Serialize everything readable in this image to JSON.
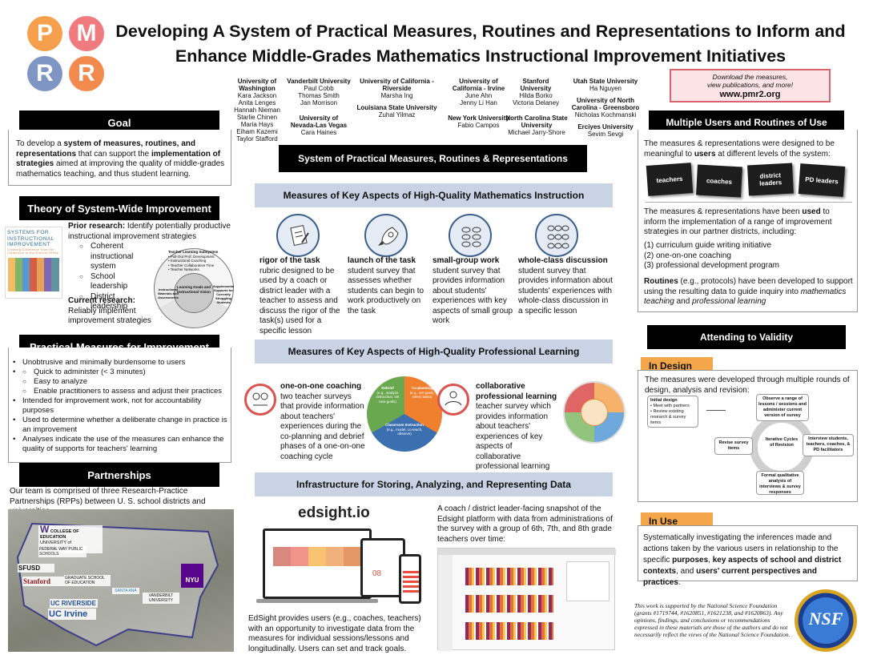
{
  "logo": {
    "letters": [
      "P",
      "M",
      "R",
      "R"
    ],
    "colors": [
      "#f6a04d",
      "#ef7b7f",
      "#7f96c4",
      "#f18a4c"
    ]
  },
  "title": {
    "line1": "Developing A System of Practical Measures, Routines and Representations to Inform and",
    "line2": "Enhance Middle-Grades Mathematics Instructional Improvement Initiatives"
  },
  "universities": [
    {
      "name": "University of Washington",
      "people": "Kara Jackson\nAnita Lenges\nHannah Nieman\nStarlie Chinen\nMaria Hays\nEiham Kazemi\nTaylor Stafford"
    },
    {
      "name": "Vanderbilt University",
      "people": "Paul Cobb\nThomas Smith\nJan Morrison"
    },
    {
      "name": "University of Nevada-Las Vegas",
      "people": "Cara Haines"
    },
    {
      "name": "University of California - Riverside",
      "people": "Marsha Ing"
    },
    {
      "name": "Louisiana State University",
      "people": "Zuhal Yilmaz"
    },
    {
      "name": "University of California - Irvine",
      "people": "June Ahn\nJenny Li Han"
    },
    {
      "name": "New York University",
      "people": "Fabio Campos"
    },
    {
      "name": "Stanford University",
      "people": "Hilda Borko\nVictoria Delaney"
    },
    {
      "name": "North Carolina State University",
      "people": "Michael Jarry-Shore"
    },
    {
      "name": "Utah State University",
      "people": "Ha Nguyen"
    },
    {
      "name": "University of North Carolina - Greensboro",
      "people": "Nicholas Kochmanski"
    },
    {
      "name": "Erciyes University",
      "people": "Sevim Sevgi"
    }
  ],
  "download": {
    "line1": "Download the measures,",
    "line2": "view publications, and more!",
    "url": "www.pmr2.org"
  },
  "goal": {
    "heading": "Goal",
    "t1": "To develop a ",
    "b1": "system of measures, routines, and representations",
    "t2": " that can support the ",
    "b2": "implementation of strategies",
    "t3": " aimed at improving the quality of middle-grades mathematics teaching, and thus student learning."
  },
  "theory": {
    "heading": "Theory of System-Wide Improvement",
    "book": {
      "line1": "SYSTEMS FOR",
      "line2": "INSTRUCTIONAL",
      "line3": "IMPROVEMENT",
      "sub": "Creating Coherence from the Classroom to the District Office"
    },
    "prior_label": "Prior research:",
    "prior_text": " Identify potentially productive instructional improvement strategies",
    "items": [
      "Coherent instructional system",
      "School leadership",
      "District leadership"
    ],
    "current_label": "Current research:",
    "current_text": "Reliably implement improvement strategies",
    "pie": {
      "top": "Teacher Learning Subsystem",
      "top_items": "• Pull-Out Prof. Development\n• Instructional Coaching\n• Teacher Collaborative Time\n• Teacher Networks",
      "center": "Learning Goals and Instructional Vision",
      "left": "Instructional Materials and Assessments",
      "right": "Supplemental Supports for Currently Struggling Students"
    }
  },
  "practical": {
    "heading": "Practical Measures for Improvement",
    "b1": "Unobtrusive and minimally burdensome to users",
    "subs": [
      "Quick to administer (< 3 minutes)",
      "Easy to analyze",
      "Enable practitioners to assess and adjust their practices"
    ],
    "b2": "Intended for improvement work, not for accountability purposes",
    "b3": "Used to determine whether a deliberate change in practice is an improvement",
    "b4": "Analyses indicate the use of the measures can enhance the quality of supports for teachers' learning"
  },
  "partnerships": {
    "heading": "Partnerships",
    "text": "Our team is comprised of three Research-Practice Partnerships (RPPs) between U. S. school districts and universities.",
    "logos": [
      "COLLEGE OF EDUCATION",
      "UNIVERSITY of WASHINGTON",
      "FEDERAL WAY PUBLIC SCHOOLS",
      "SFUSD",
      "Stanford",
      "GRADUATE SCHOOL OF EDUCATION",
      "NYU",
      "VANDERBILT UNIVERSITY",
      "UC RIVERSIDE",
      "UC Irvine",
      "SANTA ANA"
    ]
  },
  "center": {
    "system_heading": "System of Practical Measures, Routines & Representations",
    "math_heading": "Measures of Key Aspects of High-Quality Mathematics Instruction",
    "math_measures": [
      {
        "title": "rigor of the task",
        "text": "rubric designed to be used by a coach or district leader with a teacher to assess and discuss the rigor of the task(s) used for a specific lesson"
      },
      {
        "title": "launch of the task",
        "text": "student survey that assesses whether students can begin to work productively on the task"
      },
      {
        "title": "small-group work",
        "text": "student survey that provides information about students' experiences with key aspects of small group work"
      },
      {
        "title": "whole-class discussion",
        "text": "student survey that provides information about students' experiences with whole-class discussion in a specific lesson"
      }
    ],
    "pl_heading": "Measures of Key Aspects of High-Quality Professional Learning",
    "coaching": {
      "title": "one-on-one coaching",
      "text": "two teacher surveys that provide information about teachers' experiences during the co-planning and debrief phases of a one-on-one coaching cycle"
    },
    "coaching_cycle": {
      "debrief": "Debrief",
      "debrief_sub": "(e.g., analyze instruction, set new goals)",
      "coplan": "Co-planning",
      "coplan_sub": "(e.g., set goals, select tasks)",
      "instr": "Classroom Instruction",
      "instr_sub": "(e.g., model, co-teach, observe)"
    },
    "collab": {
      "title": "collaborative professional learning",
      "text": "teacher survey which provides information about teachers' experiences of key aspects of collaborative professional learning"
    },
    "infra_heading": "Infrastructure for Storing, Analyzing, and Representing Data",
    "edsight_logo": "edsight.io",
    "edsight_text": "EdSight provides users (e.g., coaches, teachers) with an opportunity to investigate data from the measures for individual sessions/lessons and longitudinally. Users can set and track goals.",
    "snapshot_text": "A coach / district leader-facing snapshot of the Edsight platform with data from administrations of the survey with a group of 6th, 7th, and 8th grade teachers over time:",
    "device_number": "08"
  },
  "users": {
    "heading": "Multiple Users and Routines of Use",
    "t1": "The measures & representations were designed to be meaningful to ",
    "b1": "users",
    "t2": " at different levels of the system:",
    "pills": [
      "teachers",
      "coaches",
      "district leaders",
      "PD leaders"
    ],
    "t3": "The measures & representations have been ",
    "b3": "used",
    "t4": " to inform the implementation of a range of improvement strategies in our partner districts, including:",
    "list": [
      "(1) curriculum guide writing initiative",
      "(2) one-on-one coaching",
      "(3) professional development program"
    ],
    "b5": "Routines",
    "t5": " (e.g., protocols) have been developed to support using the resulting data to guide inquiry into ",
    "i5": "mathematics teaching",
    "t6": " and ",
    "i6": "professional learning"
  },
  "validity": {
    "heading": "Attending to Validity",
    "design_label": "In Design",
    "design_text": "The measures were developed through multiple rounds of design, analysis and revision:",
    "initial": "Initial design",
    "initial_items": "• Meet with partners\n• Review existing research & survey items",
    "observe": "Observe a range of lessons / sessions and administer current version of survey",
    "interview": "Interview students, teachers, coaches, & PD facilitators",
    "formal": "Formal qualitative analysis of interviews & survey responses",
    "revise": "Revise survey items",
    "center": "Iterative Cycles of Revision",
    "use_label": "In Use",
    "use_t1": "Systematically investigating the inferences made and actions taken by the various users in relationship to the specific ",
    "use_b1": "purposes",
    "use_t2": ", ",
    "use_b2": "key aspects of school and district contexts",
    "use_t3": ", and ",
    "use_b3": "users' current perspectives and practices",
    "use_t4": "."
  },
  "funding": "This work is supported by the National Science Foundation (grants #1719744, #1620851, #1621238, and #1620863). Any opinions, findings, and conclusions or recommendations expressed in these materials are those of the authors and do not necessarily reflect the views of the National Science Foundation.",
  "nsf": "NSF"
}
